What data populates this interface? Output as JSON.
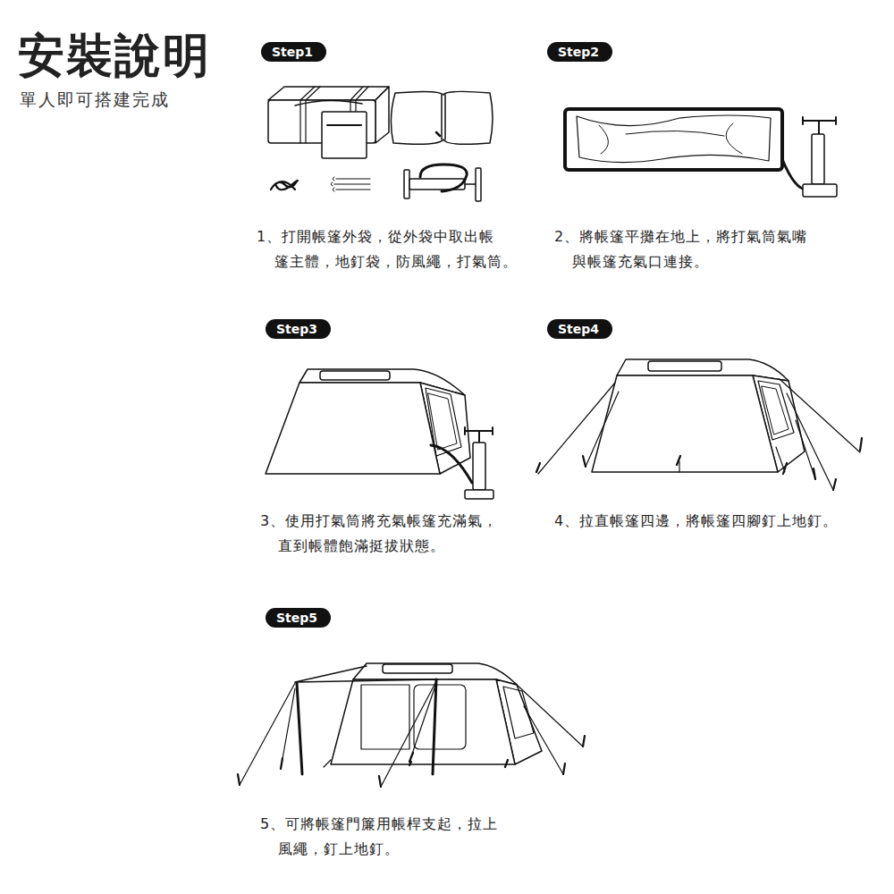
{
  "diagram": {
    "title": "安裝說明",
    "nodes": [
      {
        "text": [
          "Step1"
        ]
      },
      {
        "text": [
          "Step2"
        ]
      },
      {
        "text": [
          "Step3"
        ]
      },
      {
        "text": [
          "Step4"
        ]
      },
      {
        "text": [
          "Step5"
        ]
      }
    ],
    "labels": [
      "單人即可搭建完成",
      "1、打開帳篷外袋，從外袋中取出帳 篷主體，地釘袋，防風繩，打氣筒。",
      "2、將帳篷平攤在地上，將打氣筒氣嘴 與帳篷充氣口連接。",
      "3、使用打氣筒將充氣帳篷充滿氣， 直到帳體飽滿挺拔狀態。",
      "4、拉直帳篷四邊，將帳篷四腳釘上地釘。",
      "5、可將帳篷門簾用帳桿支起，拉上 風繩，釘上地釘。"
    ]
  }
}
